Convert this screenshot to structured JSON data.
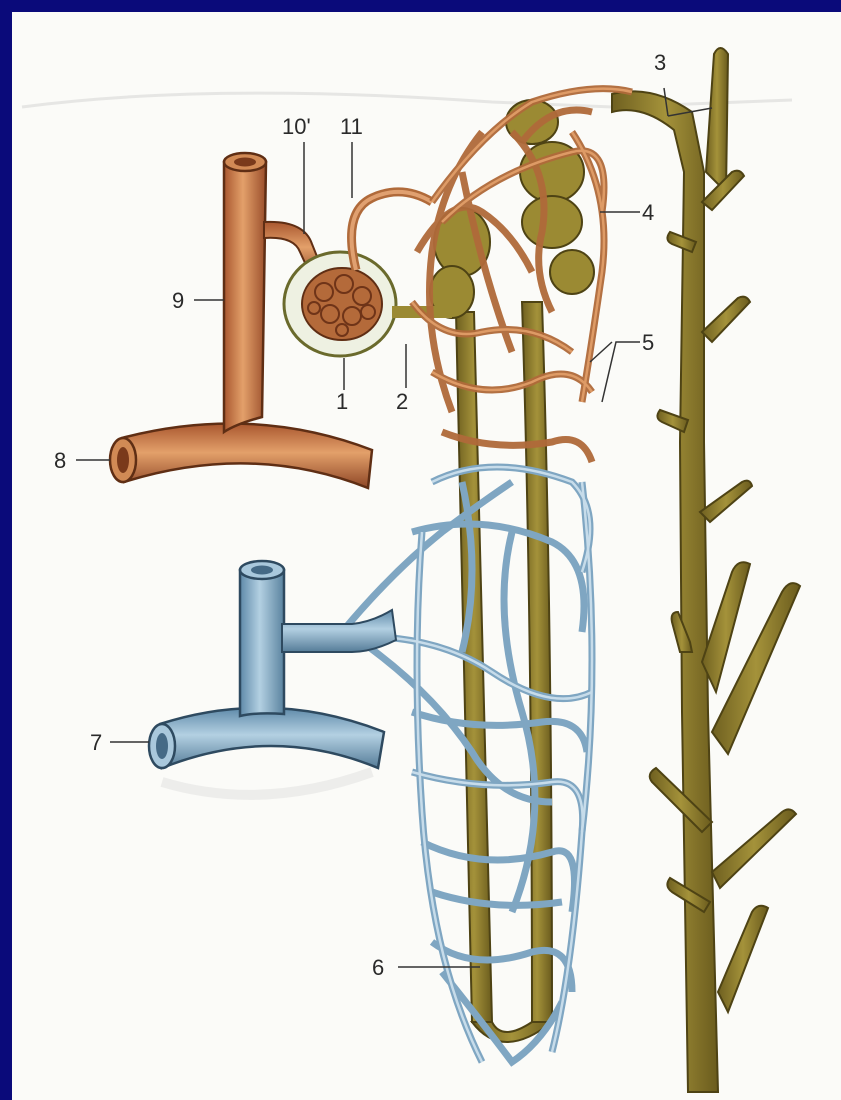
{
  "figure": {
    "labels": {
      "l1": "1",
      "l2": "2",
      "l3": "3",
      "l4": "4",
      "l5": "5",
      "l6": "6",
      "l7": "7",
      "l8": "8",
      "l9": "9",
      "l10": "10'",
      "l11": "11"
    }
  },
  "colors": {
    "frame": "#0a0a7a",
    "artery": "#c77a45",
    "vein": "#8fb3cd",
    "tubule": "#8d7d2c",
    "collecting_duct": "#9b8a33",
    "capillary_net": "#a86d3a"
  }
}
